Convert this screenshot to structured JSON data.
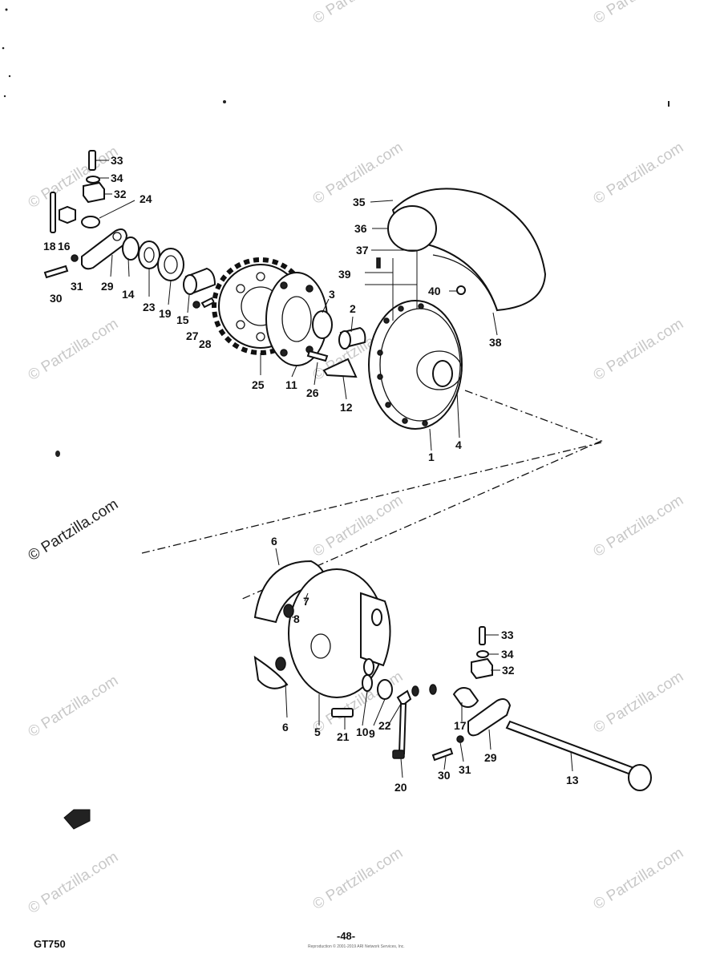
{
  "watermark": "© Partzilla.com",
  "footer": {
    "model": "GT750",
    "page": "-48-",
    "note": "Reproduction © 2001-2019 ARI Network Services, Inc."
  },
  "callouts": {
    "c33a": "33",
    "c34a": "34",
    "c32a": "32",
    "c24": "24",
    "c18": "18",
    "c16": "16",
    "c29a": "29",
    "c14": "14",
    "c23": "23",
    "c19": "19",
    "c15": "15",
    "c27": "27",
    "c28": "28",
    "c30a": "30",
    "c31a": "31",
    "c25": "25",
    "c11": "11",
    "c3": "3",
    "c2": "2",
    "c26": "26",
    "c12": "12",
    "c35": "35",
    "c36": "36",
    "c37": "37",
    "c39": "39",
    "c40": "40",
    "c38": "38",
    "c1": "1",
    "c4": "4",
    "c6a": "6",
    "c7": "7",
    "c8": "8",
    "c6b": "6",
    "c5": "5",
    "c21": "21",
    "c10": "10",
    "c9": "9",
    "c22": "22",
    "c20": "20",
    "c17": "17",
    "c29b": "29",
    "c30b": "30",
    "c31b": "31",
    "c33b": "33",
    "c34b": "34",
    "c32b": "32",
    "c13": "13"
  }
}
